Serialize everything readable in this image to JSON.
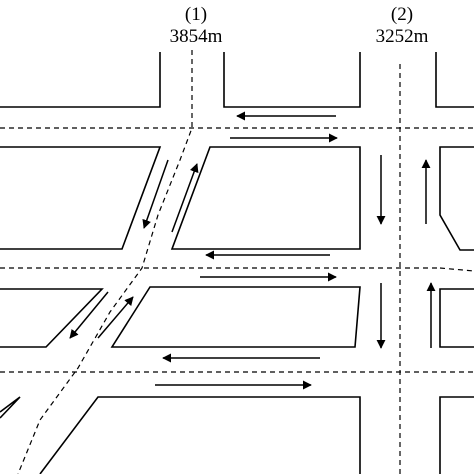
{
  "roads": [
    {
      "id": "(1)",
      "length": "3854m"
    },
    {
      "id": "(2)",
      "length": "3252m"
    }
  ],
  "colors": {
    "line": "#000000",
    "background": "#ffffff"
  },
  "icons": [
    "arrow-left-icon",
    "arrow-right-icon",
    "arrow-up-icon",
    "arrow-down-icon",
    "diagonal-arrow-icon"
  ]
}
